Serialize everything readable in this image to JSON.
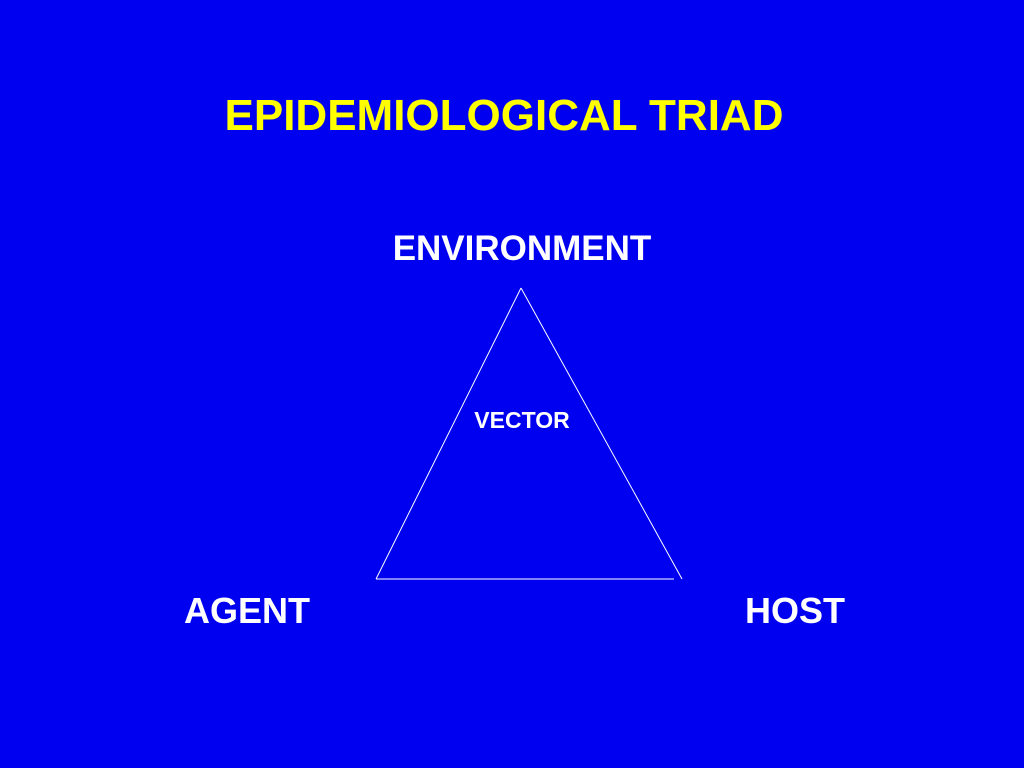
{
  "slide": {
    "title": "EPIDEMIOLOGICAL TRIAD",
    "background_color": "#0000F0",
    "title_color": "#FFFF00",
    "text_color": "#FFFFFF"
  },
  "diagram": {
    "top_label": "ENVIRONMENT",
    "center_label": "VECTOR",
    "bottom_left_label": "AGENT",
    "bottom_right_label": "HOST",
    "line_color": "#FFFFFF"
  }
}
